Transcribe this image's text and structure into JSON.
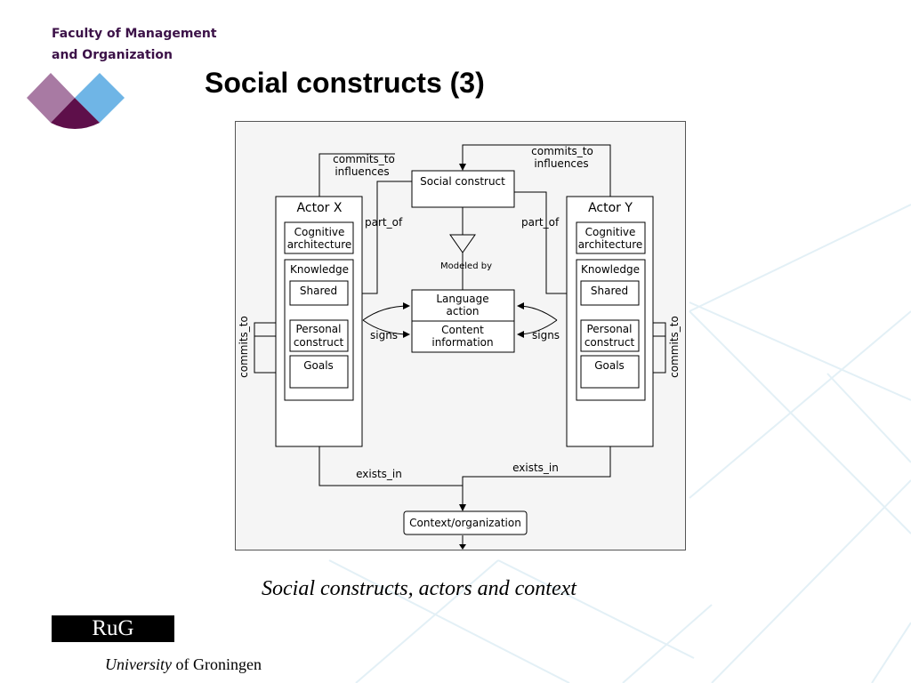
{
  "header": {
    "faculty_line1": "Faculty of Management",
    "faculty_line2": "and Organization",
    "title": "Social constructs (3)"
  },
  "diagram": {
    "social_construct": "Social construct",
    "commits_to": "commits_to",
    "influences": "influences",
    "part_of": "part_of",
    "modeled_by": "Modeled by",
    "actor_x": "Actor X",
    "actor_y": "Actor Y",
    "cognitive": "Cognitive",
    "architecture": "architecture",
    "knowledge": "Knowledge",
    "shared": "Shared",
    "personal": "Personal",
    "construct": "construct",
    "goals": "Goals",
    "language": "Language",
    "action": "action",
    "content": "Content",
    "information": "information",
    "signs": "signs",
    "exists_in": "exists_in",
    "context": "Context/organization"
  },
  "caption": "Social constructs, actors and context",
  "footer": {
    "logo_text": "RuG",
    "university_italic": "University",
    "university_rest": " of Groningen"
  },
  "colors": {
    "logo_purple": "#5e0f4a",
    "logo_mauve": "#a87aa3",
    "logo_blue": "#6fb5e6",
    "faculty_text": "#3c1248",
    "background_lines": "#e3f0f6"
  }
}
